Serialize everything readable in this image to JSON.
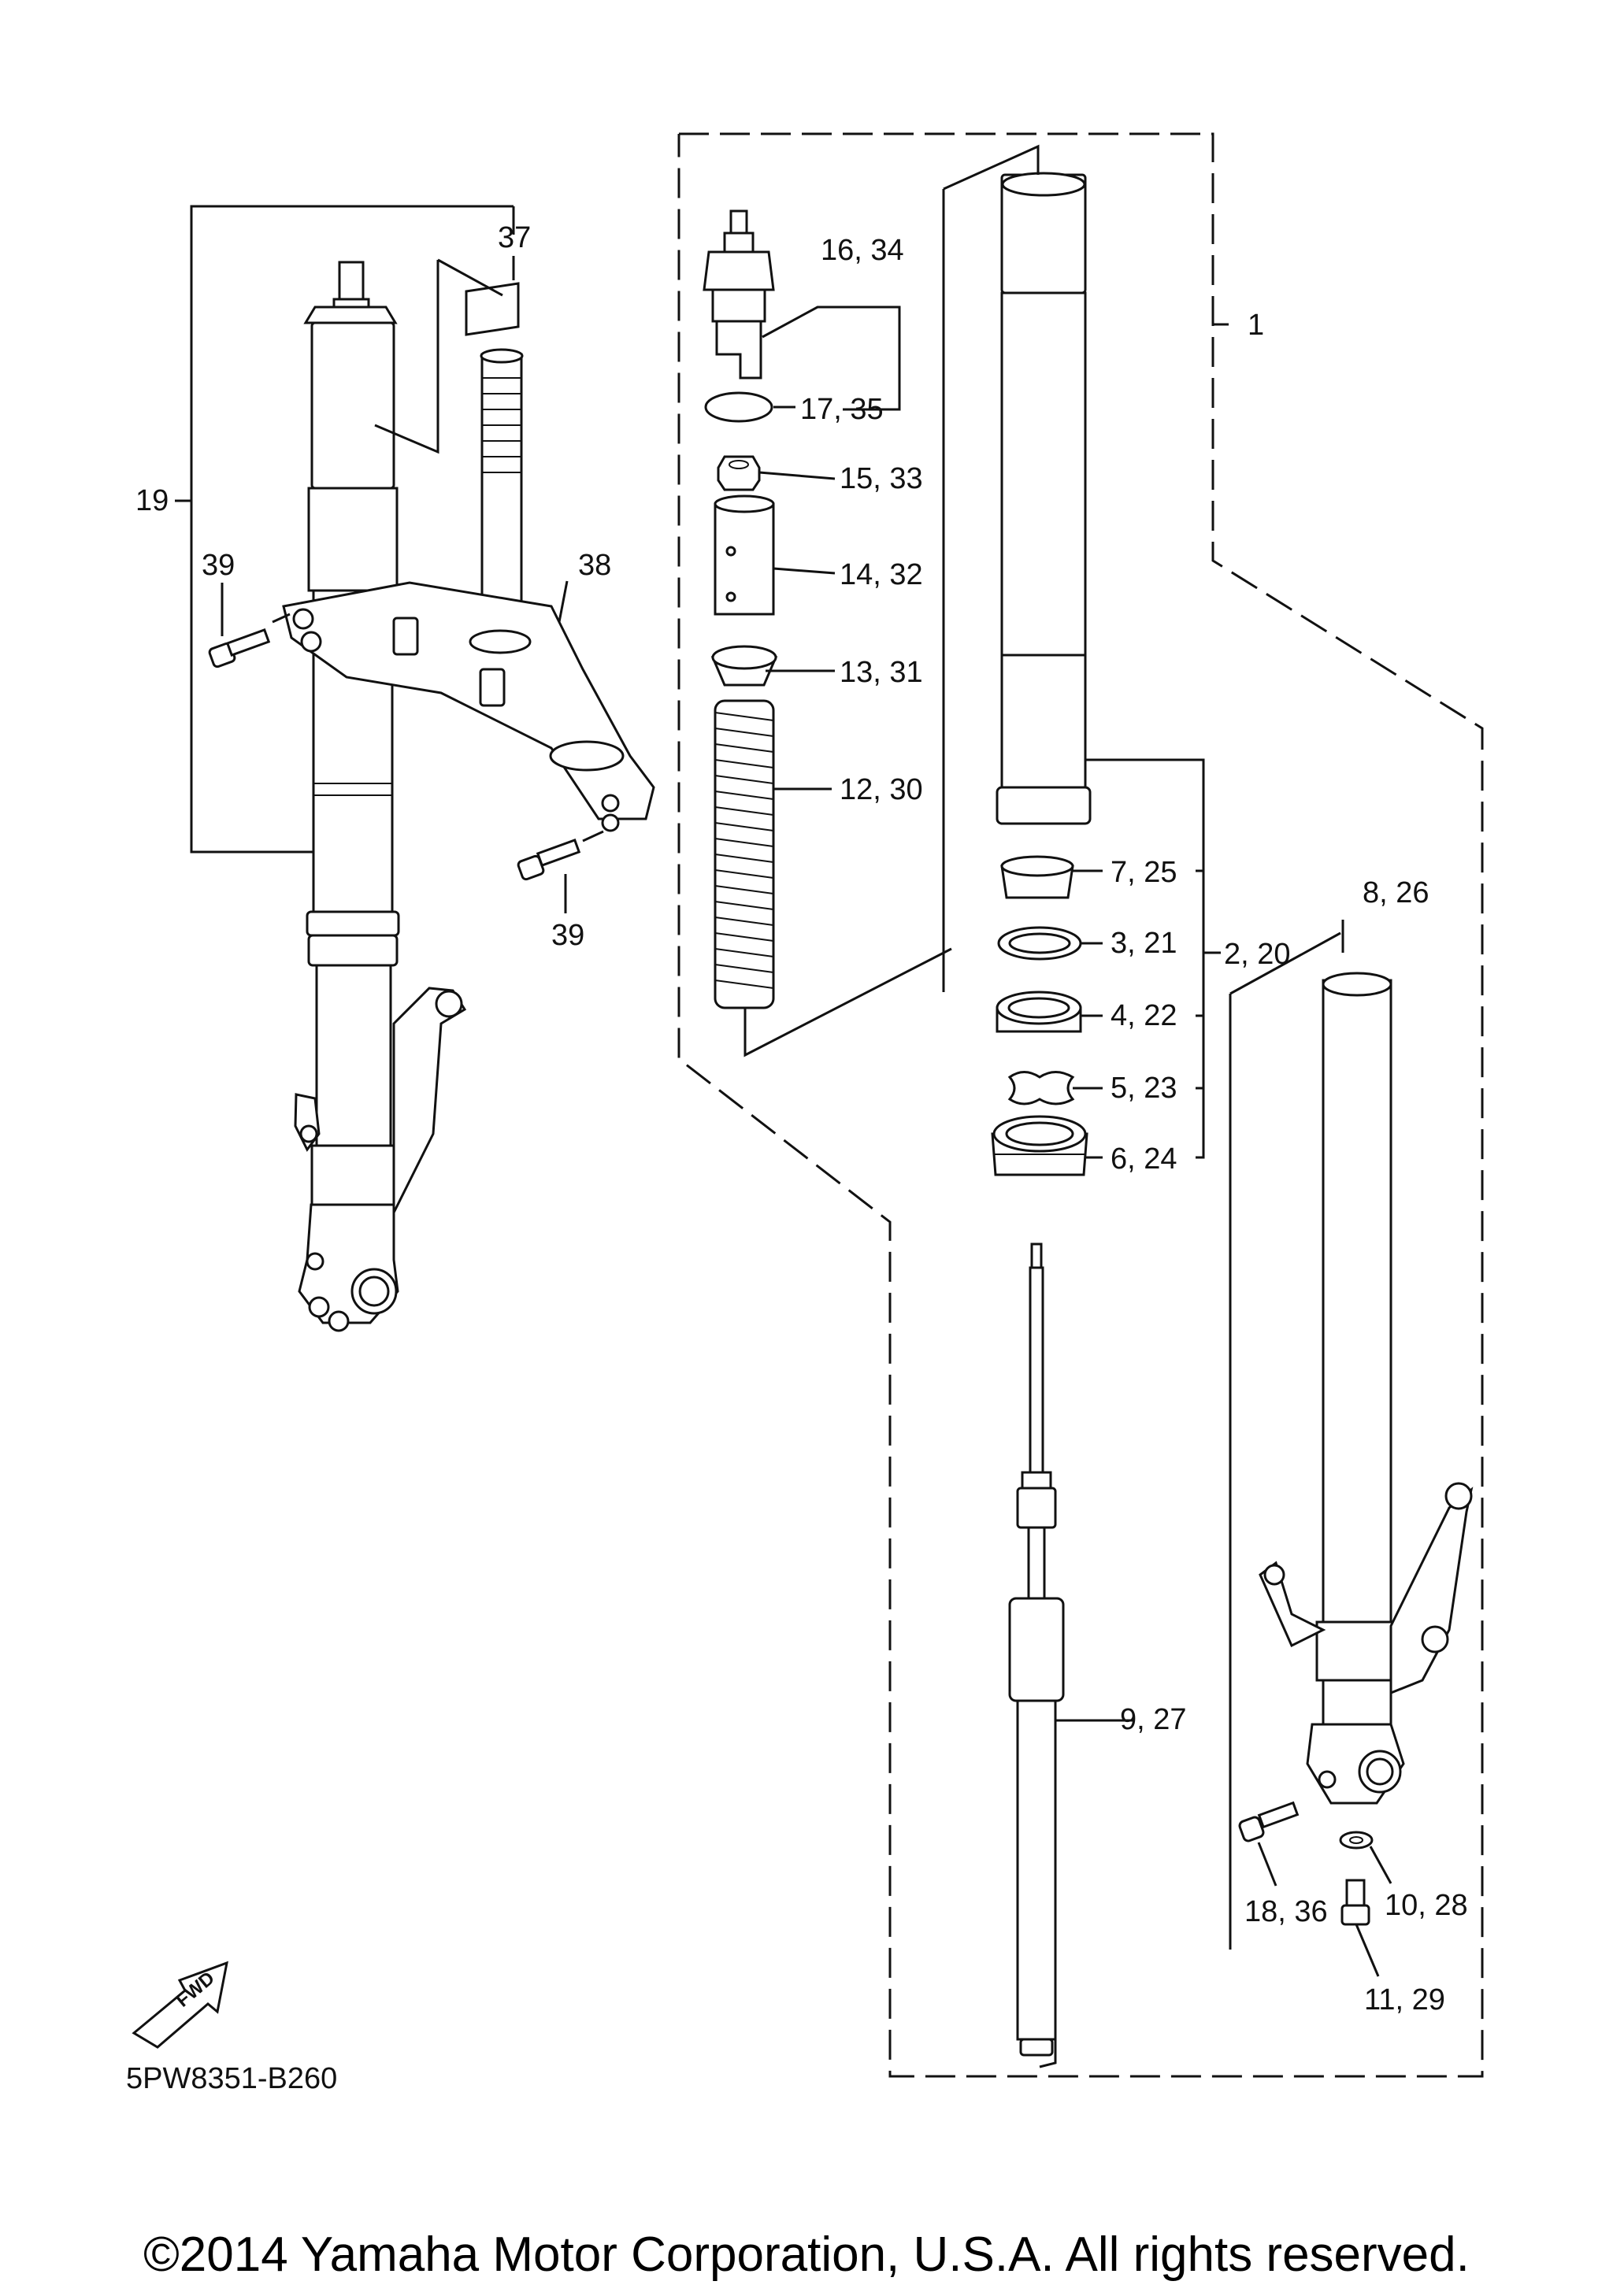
{
  "diagram": {
    "ref_code": "5PW8351-B260",
    "fwd_badge": "FWD",
    "copyright": "©2014 Yamaha Motor Corporation, U.S.A. All rights reserved."
  },
  "callouts": [
    {
      "id": "c1",
      "text": "1"
    },
    {
      "id": "c2_20",
      "text": "2, 20"
    },
    {
      "id": "c3_21",
      "text": "3, 21"
    },
    {
      "id": "c4_22",
      "text": "4, 22"
    },
    {
      "id": "c5_23",
      "text": "5, 23"
    },
    {
      "id": "c6_24",
      "text": "6, 24"
    },
    {
      "id": "c7_25",
      "text": "7, 25"
    },
    {
      "id": "c8_26",
      "text": "8, 26"
    },
    {
      "id": "c9_27",
      "text": "9, 27"
    },
    {
      "id": "c10_28",
      "text": "10, 28"
    },
    {
      "id": "c11_29",
      "text": "11, 29"
    },
    {
      "id": "c12_30",
      "text": "12, 30"
    },
    {
      "id": "c13_31",
      "text": "13, 31"
    },
    {
      "id": "c14_32",
      "text": "14, 32"
    },
    {
      "id": "c15_33",
      "text": "15, 33"
    },
    {
      "id": "c16_34",
      "text": "16, 34"
    },
    {
      "id": "c17_35",
      "text": "17, 35"
    },
    {
      "id": "c18_36",
      "text": "18, 36"
    },
    {
      "id": "c19",
      "text": "19"
    },
    {
      "id": "c37",
      "text": "37"
    },
    {
      "id": "c38",
      "text": "38"
    },
    {
      "id": "c39a",
      "text": "39"
    },
    {
      "id": "c39b",
      "text": "39"
    }
  ]
}
